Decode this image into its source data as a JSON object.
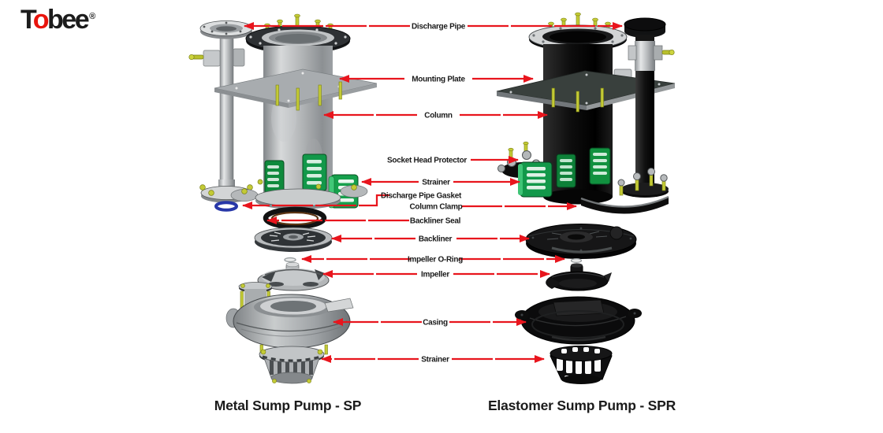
{
  "logo": {
    "t": "T",
    "o": "o",
    "bee": "bee",
    "reg": "®"
  },
  "labels": {
    "discharge_pipe": "Discharge Pipe",
    "mounting_plate": "Mounting Plate",
    "column": "Column",
    "socket_head_protector": "Socket Head Protector",
    "strainer_top": "Strainer",
    "discharge_pipe_gasket": "Discharge Pipe Gasket",
    "column_clamp": "Column Clamp",
    "backliner_seal": "Backliner Seal",
    "backliner": "Backliner",
    "impeller_oring": "Impeller O-Ring",
    "impeller": "Impeller",
    "casing": "Casing",
    "strainer_bottom": "Strainer"
  },
  "captions": {
    "left": "Metal Sump Pump - SP",
    "right": "Elastomer Sump Pump - SPR"
  },
  "colors": {
    "arrow_red": "#e8151d",
    "logo_red": "#e8140c",
    "metal_grey": "#b5b8ba",
    "elastomer_black": "#0e0e0f",
    "strainer_green": "#12984a",
    "gasket_blue": "#2737a8",
    "bolt_yellow": "#c3ca35",
    "plate_dark": "#39403d"
  }
}
